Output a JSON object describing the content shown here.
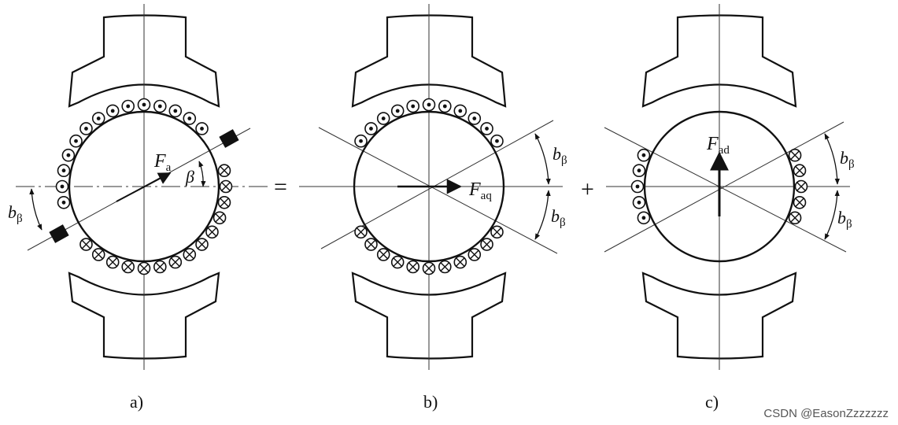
{
  "figure": {
    "panels": [
      {
        "id": "a",
        "caption": "a)",
        "force_label": {
          "main": "F",
          "sub": "a"
        },
        "angle_label": "β",
        "width_labels": [
          {
            "main": "b",
            "sub": "β"
          }
        ]
      },
      {
        "id": "b",
        "caption": "b)",
        "force_label": {
          "main": "F",
          "sub": "aq"
        },
        "width_labels": [
          {
            "main": "b",
            "sub": "β"
          },
          {
            "main": "b",
            "sub": "β"
          }
        ]
      },
      {
        "id": "c",
        "caption": "c)",
        "force_label": {
          "main": "F",
          "sub": "ad"
        },
        "width_labels": [
          {
            "main": "b",
            "sub": "β"
          },
          {
            "main": "b",
            "sub": "β"
          }
        ]
      }
    ],
    "operators": {
      "equals": "=",
      "plus": "+"
    },
    "watermark": "CSDN @EasonZzzzzzz"
  }
}
